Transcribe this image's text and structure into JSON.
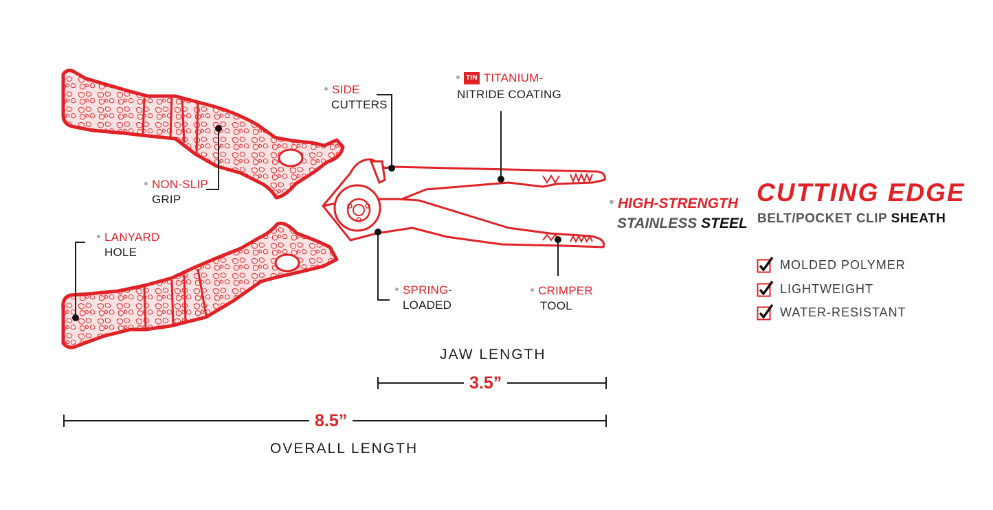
{
  "colors": {
    "accent": "#e02226",
    "dark": "#1d1d1d",
    "gray": "#555555",
    "dot": "#a7a7a7"
  },
  "callouts": {
    "side_cutters": {
      "line1": "SIDE",
      "line2": "CUTTERS"
    },
    "titanium": {
      "badge": "TiN",
      "line1": "TITANIUM-",
      "line2": "NITRIDE COATING"
    },
    "non_slip": {
      "line1": "NON-SLIP",
      "line2": "GRIP"
    },
    "lanyard": {
      "line1": "LANYARD",
      "line2": "HOLE"
    },
    "spring": {
      "line1": "SPRING-",
      "line2": "LOADED"
    },
    "crimper": {
      "line1": "CRIMPER",
      "line2": "TOOL"
    },
    "high_strength": {
      "line1": "HIGH-STRENGTH",
      "line2a": "STAINLESS",
      "line2b": "STEEL"
    }
  },
  "sheath": {
    "title": "CUTTING EDGE",
    "subtitle_a": "BELT/POCKET CLIP",
    "subtitle_b": "SHEATH",
    "features": [
      "MOLDED POLYMER",
      "LIGHTWEIGHT",
      "WATER-RESISTANT"
    ]
  },
  "dimensions": {
    "jaw": {
      "title": "JAW LENGTH",
      "value": "3.5”"
    },
    "overall": {
      "title": "OVERALL LENGTH",
      "value": "8.5”"
    }
  }
}
